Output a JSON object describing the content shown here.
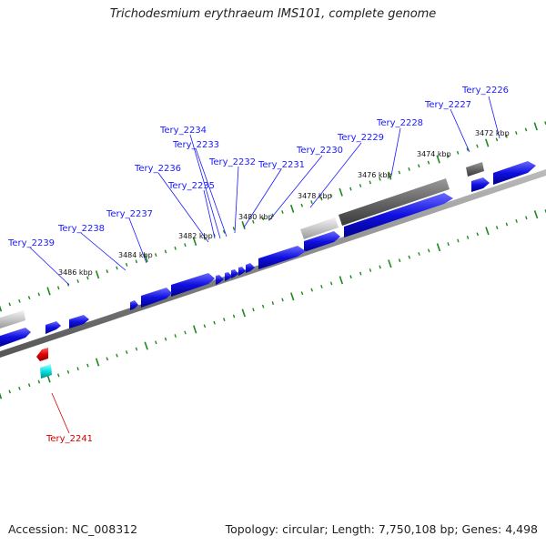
{
  "title": "Trichodesmium erythraeum IMS101, complete genome",
  "footer": {
    "accession": "Accession: NC_008312",
    "summary": "Topology: circular; Length: 7,750,108 bp; Genes: 4,498"
  },
  "colors": {
    "forward_gene": "#1010e0",
    "reverse_gene": "#e00000",
    "rna_gene": "#00e0e0",
    "pseudo_gene": "#808080",
    "tick": "#1a8a1a",
    "backbone": "#888888"
  },
  "kbp_labels": [
    "3472 kbp",
    "3474 kbp",
    "3476 kbp",
    "3478 kbp",
    "3480 kbp",
    "3482 kbp",
    "3484 kbp",
    "3486 kbp"
  ],
  "gene_labels": [
    {
      "name": "Tery_2226",
      "color": "blue"
    },
    {
      "name": "Tery_2227",
      "color": "blue"
    },
    {
      "name": "Tery_2228",
      "color": "blue"
    },
    {
      "name": "Tery_2229",
      "color": "blue"
    },
    {
      "name": "Tery_2230",
      "color": "blue"
    },
    {
      "name": "Tery_2231",
      "color": "blue"
    },
    {
      "name": "Tery_2232",
      "color": "blue"
    },
    {
      "name": "Tery_2233",
      "color": "blue"
    },
    {
      "name": "Tery_2234",
      "color": "blue"
    },
    {
      "name": "Tery_2235",
      "color": "blue"
    },
    {
      "name": "Tery_2236",
      "color": "blue"
    },
    {
      "name": "Tery_2237",
      "color": "blue"
    },
    {
      "name": "Tery_2238",
      "color": "blue"
    },
    {
      "name": "Tery_2239",
      "color": "blue"
    },
    {
      "name": "Tery_2241",
      "color": "red"
    }
  ]
}
